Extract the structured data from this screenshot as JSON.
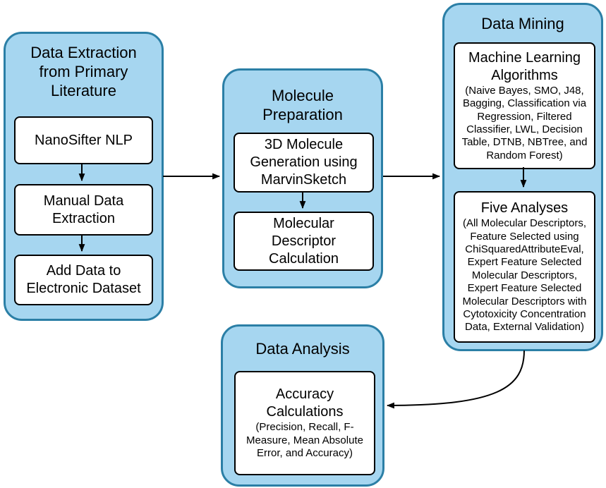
{
  "panels": {
    "data_extraction": {
      "title": "Data Extraction from Primary Literature",
      "steps": [
        "NanoSifter NLP",
        "Manual Data Extraction",
        "Add Data to Electronic Dataset"
      ]
    },
    "molecule_preparation": {
      "title": "Molecule Preparation",
      "steps": [
        "3D Molecule Generation using MarvinSketch",
        "Molecular Descriptor Calculation"
      ]
    },
    "data_mining": {
      "title": "Data Mining",
      "steps": [
        {
          "heading": "Machine Learning Algorithms",
          "detail": "(Naive Bayes, SMO, J48, Bagging, Classification via Regression, Filtered Classifier, LWL, Decision Table, DTNB, NBTree, and Random Forest)"
        },
        {
          "heading": "Five Analyses",
          "detail": "(All Molecular Descriptors, Feature Selected using ChiSquaredAttributeEval, Expert Feature Selected Molecular Descriptors, Expert Feature Selected Molecular Descriptors with Cytotoxicity Concentration Data, External Validation)"
        }
      ]
    },
    "data_analysis": {
      "title": "Data Analysis",
      "steps": [
        {
          "heading": "Accuracy Calculations",
          "detail": "(Precision, Recall, F-Measure, Mean Absolute Error, and Accuracy)"
        }
      ]
    }
  },
  "flow": [
    "NanoSifter NLP -> Manual Data Extraction",
    "Manual Data Extraction -> Add Data to Electronic Dataset",
    "Data Extraction from Primary Literature -> Molecule Preparation",
    "3D Molecule Generation using MarvinSketch -> Molecular Descriptor Calculation",
    "Molecule Preparation -> Data Mining",
    "Machine Learning Algorithms -> Five Analyses",
    "Data Mining -> Data Analysis"
  ],
  "colors": {
    "panel_fill": "#A6D6F0",
    "panel_border": "#2B7FA6",
    "box_fill": "#FFFFFF",
    "box_border": "#000000",
    "arrow_color": "#000000"
  }
}
